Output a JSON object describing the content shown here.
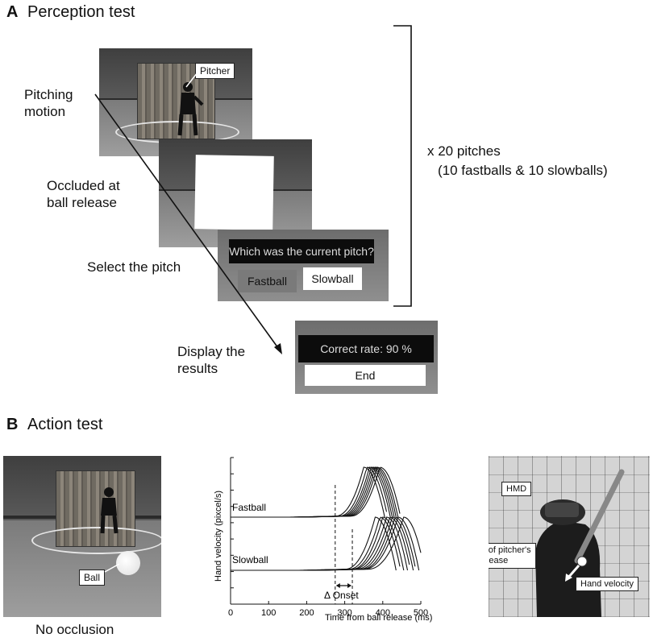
{
  "section_a": {
    "letter": "A",
    "title": "Perception test"
  },
  "perception": {
    "pitching_motion": [
      "Pitching",
      "motion"
    ],
    "occluded": [
      "Occluded at",
      "ball release"
    ],
    "select": "Select the pitch",
    "display": [
      "Display the",
      "results"
    ],
    "pitcher_label": "Pitcher",
    "question": "Which was the current pitch?",
    "fastball_btn": "Fastball",
    "slowball_btn": "Slowball",
    "correct_rate": "Correct rate: 90 %",
    "end_btn": "End",
    "repeat_line1": "x 20 pitches",
    "repeat_line2": "(10 fastballs & 10 slowballs)"
  },
  "section_b": {
    "letter": "B",
    "title": "Action test"
  },
  "action": {
    "ball_label": "Ball",
    "no_occlusion": "No occlusion",
    "hmd_label": "HMD",
    "signal_label": [
      "signal of pitcher's",
      "ball release"
    ],
    "hand_velocity_label": "Hand velocity"
  },
  "chart_data": {
    "type": "line",
    "xlabel": "Time from ball release (ms)",
    "ylabel": "Hand velocity (pixcel/s)",
    "xlim": [
      0,
      500
    ],
    "xticks": [
      0,
      100,
      200,
      300,
      400,
      500
    ],
    "yticks_visible_labels": false,
    "series_labels": [
      "Fastball",
      "Slowball"
    ],
    "annotation": "Δ Onset",
    "onset_markers_ms": {
      "fastball": 275,
      "slowball": 320
    },
    "series": [
      {
        "name": "Fastball",
        "baseline": 0,
        "onset_ms": [
          275,
          285,
          290,
          295,
          300,
          305,
          310,
          315
        ],
        "peak_ms": [
          350,
          358,
          365,
          370,
          375,
          380,
          385,
          392
        ]
      },
      {
        "name": "Slowball",
        "baseline": 0,
        "onset_ms": [
          300,
          310,
          318,
          322,
          330,
          338,
          345,
          350,
          360
        ],
        "peak_ms": [
          380,
          392,
          400,
          410,
          418,
          425,
          432,
          440,
          455
        ]
      }
    ]
  }
}
